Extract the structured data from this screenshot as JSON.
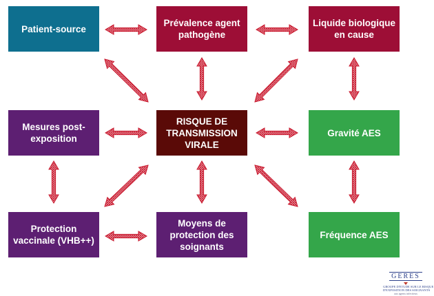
{
  "colors": {
    "teal": "#0e6f8f",
    "crimson": "#9d0e36",
    "purple": "#5d1f72",
    "green": "#34a64a",
    "brown": "#5a0a07",
    "arrow": "#c91a2f"
  },
  "boxes": {
    "patient_source": "Patient-source",
    "prevalence": "Prévalence agent pathogène",
    "liquid": "Liquide biologique en cause",
    "measures": "Mesures post-exposition",
    "risk": "RISQUE DE TRANSMISSION VIRALE",
    "gravity": "Gravité AES",
    "vaccine": "Protection vaccinale (VHB++)",
    "means": "Moyens de protection des soignants",
    "frequency": "Fréquence AES"
  },
  "logo": {
    "name": "GERES",
    "line1": "GROUPE D'ETUDE SUR LE RISQUE",
    "line2": "D'EXPOSITION DES SOIGNANTS",
    "line3": "aux agents infectieux"
  }
}
